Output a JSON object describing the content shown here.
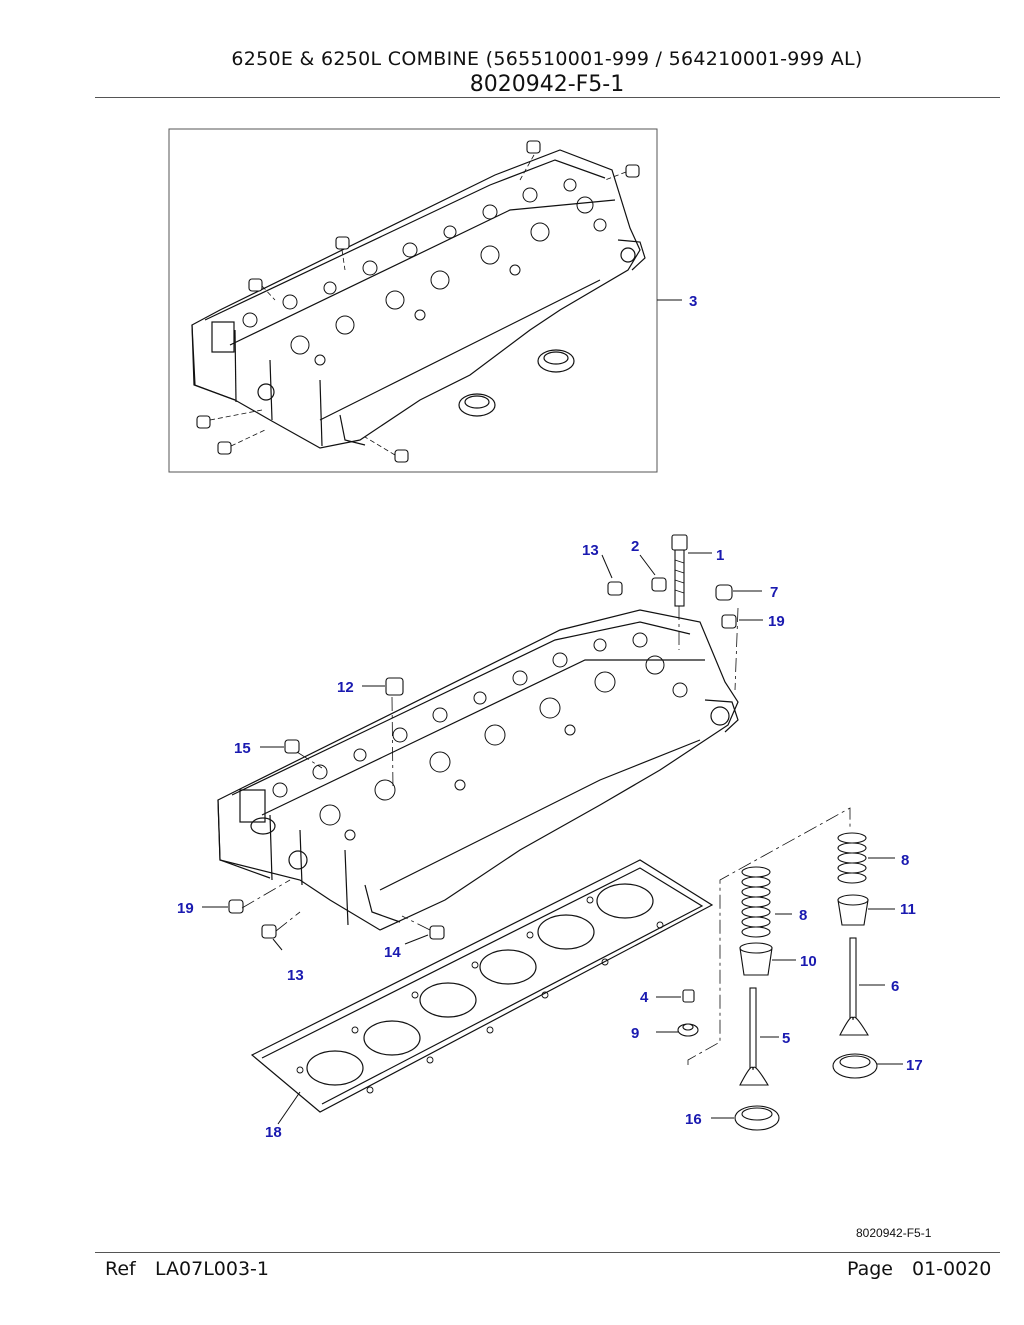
{
  "header": {
    "title": "6250E & 6250L COMBINE (565510001-999 / 564210001-999 AL)",
    "subtitle": "8020942-F5-1"
  },
  "inset": {
    "callouts": [
      "3"
    ]
  },
  "callouts": [
    "1",
    "2",
    "4",
    "5",
    "6",
    "7",
    "8",
    "8",
    "9",
    "10",
    "11",
    "12",
    "13",
    "13",
    "14",
    "15",
    "16",
    "17",
    "18",
    "19",
    "19"
  ],
  "figure_ref": "8020942-F5-1",
  "footer": {
    "ref_label": "Ref",
    "ref_value": "LA07L003-1",
    "page_label": "Page",
    "page_value": "01-0020"
  }
}
